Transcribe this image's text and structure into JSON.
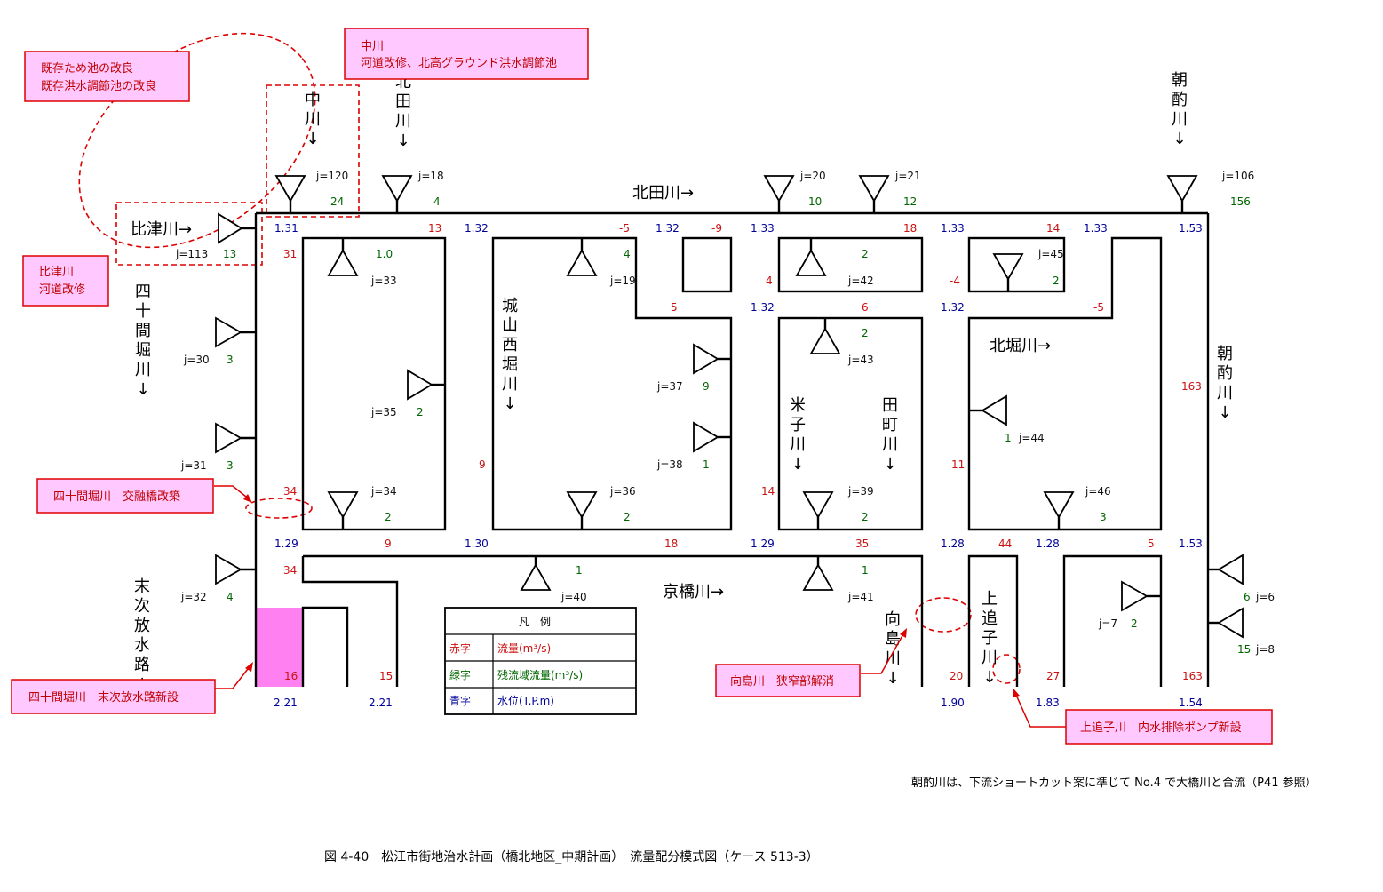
{
  "rivers": {
    "nakagawa": "中川↓",
    "kitadagawa_top": "北田川↓",
    "kitadagawa": "北田川→",
    "asakumi_top": "朝酌川↓",
    "hitsugawa": "比津川→",
    "shijukkenbori": "四十間堀川↓",
    "shiroyama": "城山西堀川↓",
    "yonago": "米子川↓",
    "tamachi": "田町川↓",
    "kitahori": "北堀川→",
    "asakumi": "朝酌川↓",
    "suetsugi": "末次放水路↓",
    "kyobashi": "京橋川→",
    "mukoujima": "向島川↓",
    "kamioikogawa": "上追子川↓"
  },
  "junctions": [
    {
      "id": "j120",
      "j": "j=120",
      "flow": "24"
    },
    {
      "id": "j18",
      "j": "j=18",
      "flow": "4"
    },
    {
      "id": "j20",
      "j": "j=20",
      "flow": "10"
    },
    {
      "id": "j21",
      "j": "j=21",
      "flow": "12"
    },
    {
      "id": "j106",
      "j": "j=106",
      "flow": "156"
    },
    {
      "id": "j113",
      "j": "j=113",
      "flow": "13"
    },
    {
      "id": "j33",
      "j": "j=33",
      "flow": "1.0"
    },
    {
      "id": "j19",
      "j": "j=19",
      "flow": "4"
    },
    {
      "id": "j42",
      "j": "j=42",
      "flow": "2"
    },
    {
      "id": "j45",
      "j": "j=45",
      "flow": "2"
    },
    {
      "id": "j30",
      "j": "j=30",
      "flow": "3"
    },
    {
      "id": "j35",
      "j": "j=35",
      "flow": "2"
    },
    {
      "id": "j37",
      "j": "j=37",
      "flow": "9"
    },
    {
      "id": "j43",
      "j": "j=43",
      "flow": "2"
    },
    {
      "id": "j44",
      "j": "j=44",
      "flow": "1"
    },
    {
      "id": "j31",
      "j": "j=31",
      "flow": "3"
    },
    {
      "id": "j38",
      "j": "j=38",
      "flow": "1"
    },
    {
      "id": "j34",
      "j": "j=34",
      "flow": "2"
    },
    {
      "id": "j36",
      "j": "j=36",
      "flow": "2"
    },
    {
      "id": "j39",
      "j": "j=39",
      "flow": "2"
    },
    {
      "id": "j46",
      "j": "j=46",
      "flow": "3"
    },
    {
      "id": "j32",
      "j": "j=32",
      "flow": "4"
    },
    {
      "id": "j40",
      "j": "j=40",
      "flow": "1"
    },
    {
      "id": "j41",
      "j": "j=41",
      "flow": "1"
    },
    {
      "id": "j6",
      "j": "j=6",
      "flow": "6"
    },
    {
      "id": "j7",
      "j": "j=7",
      "flow": "2"
    },
    {
      "id": "j8",
      "j": "j=8",
      "flow": "15"
    }
  ],
  "flows": [
    "13",
    "-5",
    "-9",
    "18",
    "14",
    "31",
    "5",
    "4",
    "6",
    "-4",
    "-5",
    "163",
    "9",
    "11",
    "14",
    "34",
    "9",
    "18",
    "35",
    "44",
    "5",
    "34",
    "16",
    "15",
    "20",
    "27",
    "163"
  ],
  "levels": [
    "1.31",
    "1.32",
    "1.32",
    "1.33",
    "1.33",
    "1.33",
    "1.53",
    "1.32",
    "1.32",
    "1.29",
    "1.30",
    "1.29",
    "1.28",
    "1.28",
    "1.53",
    "2.21",
    "2.21",
    "1.90",
    "1.83",
    "1.54"
  ],
  "callouts": {
    "c1": "既存ため池の改良",
    "c2": "既存洪水調節池の改良",
    "c3": "中川",
    "c4": "河道改修、北高グラウンド洪水調節池",
    "c5": "比津川",
    "c6": "河道改修",
    "c7": "四十間堀川　交融橋改築",
    "c8": "四十間堀川　末次放水路新設",
    "c9": "向島川　狭窄部解消",
    "c10": "上追子川　内水排除ポンプ新設"
  },
  "legend": {
    "title": "凡　例",
    "r1k": "赤字",
    "r1v": "流量(m³/s)",
    "r2k": "緑字",
    "r2v": "残流域流量(m³/s)",
    "r3k": "青字",
    "r3v": "水位(T.P.m)"
  },
  "note": "朝酌川は、下流ショートカット案に準じて No.4 で大橋川と合流（P41 参照）",
  "caption": "図 4-40　松江市街地治水計画（橋北地区_中期計画）　流量配分模式図（ケース 513-3）",
  "colors": {
    "flow": "#cc1111",
    "residual": "#006600",
    "level": "#000099",
    "callout_fill": "#ffc8ff",
    "callout_border": "#dd0000"
  }
}
